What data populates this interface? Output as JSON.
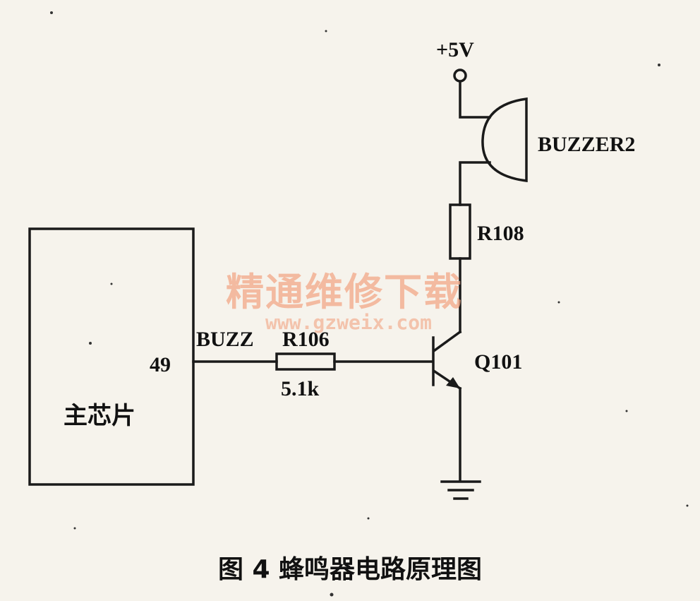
{
  "power": {
    "label": "+5V"
  },
  "buzzer": {
    "label": "BUZZER2"
  },
  "resistor_r108": {
    "label": "R108"
  },
  "transistor": {
    "label": "Q101"
  },
  "signal": {
    "label": "BUZZ"
  },
  "resistor_r106": {
    "label": "R106",
    "value": "5.1k"
  },
  "chip": {
    "name": "主芯片",
    "pin": "49"
  },
  "watermark": {
    "text": "精通维修下载",
    "url": "www.gzweix.com"
  },
  "caption": "图 4  蜂鸣器电路原理图",
  "colors": {
    "ink": "#1a1a1a",
    "paper": "#f6f3ec",
    "watermark": "#f3a887"
  }
}
